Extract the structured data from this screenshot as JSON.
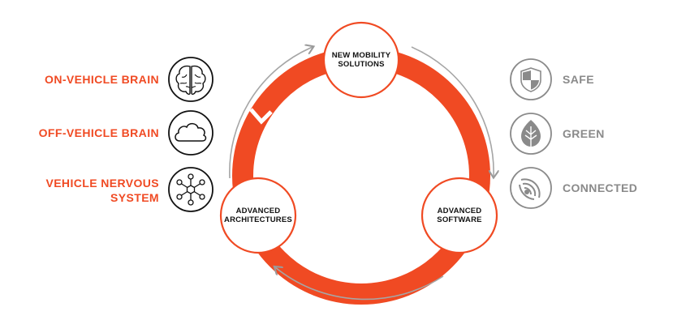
{
  "colors": {
    "accent": "#f04a23",
    "gray": "#8a8a8a",
    "dark": "#111111"
  },
  "left_items": [
    {
      "label": "ON-VEHICLE BRAIN",
      "icon": "brain-icon"
    },
    {
      "label": "OFF-VEHICLE BRAIN",
      "icon": "cloud-icon"
    },
    {
      "label_line1": "VEHICLE NERVOUS",
      "label_line2": "SYSTEM",
      "icon": "network-icon"
    }
  ],
  "right_items": [
    {
      "label": "SAFE",
      "icon": "shield-icon"
    },
    {
      "label": "GREEN",
      "icon": "leaf-icon"
    },
    {
      "label": "CONNECTED",
      "icon": "signal-icon"
    }
  ],
  "nodes": {
    "top": {
      "line1": "NEW MOBILITY",
      "line2": "SOLUTIONS"
    },
    "right": {
      "line1": "ADVANCED",
      "line2": "SOFTWARE"
    },
    "left": {
      "line1": "ADVANCED",
      "line2": "ARCHITECTURES"
    }
  }
}
